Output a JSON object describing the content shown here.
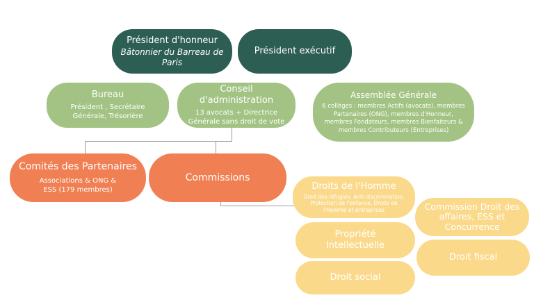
{
  "colors": {
    "dark": "#2d5e54",
    "green": "#a2c383",
    "orange": "#f08053",
    "yellow": "#fbd98a",
    "connector": "#9a9a9a"
  },
  "president_honneur": {
    "title": "Président d'honneur",
    "subtitle": "Bâtonnier du Barreau de Paris"
  },
  "president_executif": {
    "title": "Président exécutif"
  },
  "bureau": {
    "title": "Bureau",
    "detail": "Président , Secrétaire Générale, Trésorière"
  },
  "conseil": {
    "title": "Conseil d'administration",
    "detail": "13 avocats + Directrice Générale sans droit de vote"
  },
  "assemblee": {
    "title": "Assemblée Générale",
    "detail": "6 collèges : membres Actifs (avocats), membres Partenaires (ONG), membres d'Honneur, membres Fondateurs, membres Bienfaiteurs & membres Contributeurs (Entreprises)"
  },
  "comites": {
    "title": "Comités des Partenaires",
    "detail": "Associations & ONG & ESS (179 membres)"
  },
  "commissions": {
    "title": "Commissions"
  },
  "droits_homme": {
    "title": "Droits de l'Homme",
    "detail": "Droit des réfugiés, Anti-discrimination, Protection de l'enfance, Droits de l'Homme et entreprises"
  },
  "propriete": {
    "title": "Propriété Intellectuelle"
  },
  "droit_social": {
    "title": "Droit social"
  },
  "affaires": {
    "title": "Commission Droit des affaires, ESS et Concurrence"
  },
  "droit_fiscal": {
    "title": "Droit fiscal"
  }
}
